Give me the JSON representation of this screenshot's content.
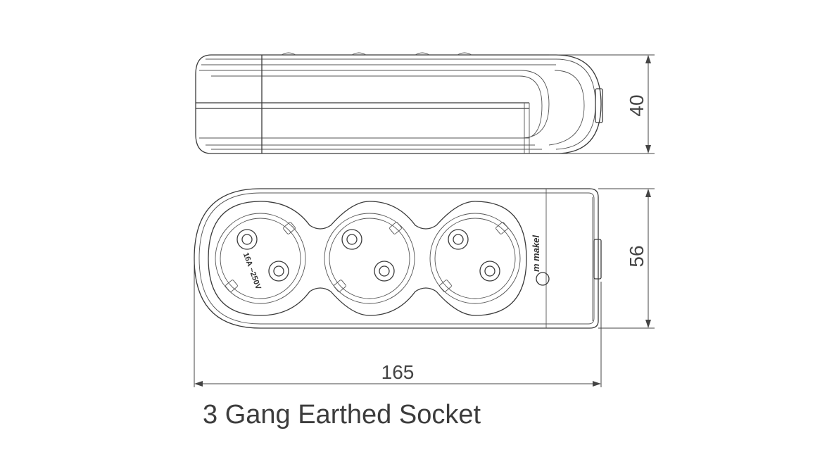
{
  "caption": "3 Gang Earthed Socket",
  "dimensions": {
    "height": "40",
    "width": "56",
    "length": "165"
  },
  "rating_label": "16A ~250V",
  "brand_label": "m makel",
  "socket_count": 3
}
